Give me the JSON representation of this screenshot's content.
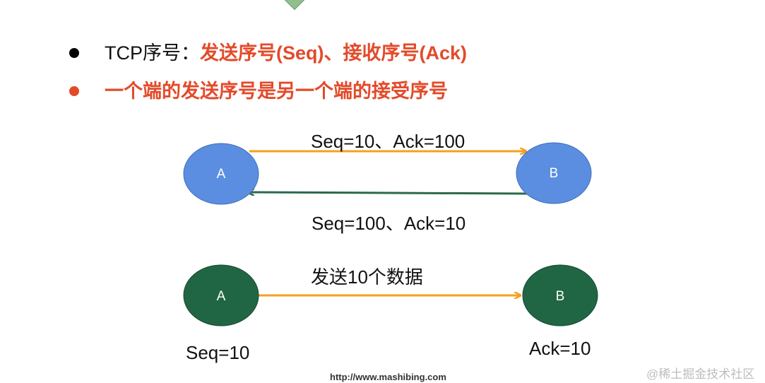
{
  "bullets": [
    {
      "prefix": "TCP序号：",
      "highlight": "发送序号(Seq)、接收序号(Ack)"
    },
    {
      "text": "一个端的发送序号是另一个端的接受序号"
    }
  ],
  "diagram1": {
    "node_a": "A",
    "node_b": "B",
    "forward_label": "Seq=10、Ack=100",
    "back_label": "Seq=100、Ack=10"
  },
  "diagram2": {
    "node_a": "A",
    "node_b": "B",
    "arrow_label": "发送10个数据",
    "a_caption": "Seq=10",
    "b_caption": "Ack=10"
  },
  "footer": {
    "url": "http://www.mashibing.com"
  },
  "watermark": "@稀土掘金技术社区",
  "colors": {
    "blue_node": "#5b8ee0",
    "green_node": "#216644",
    "orange_arrow": "#f4a020",
    "green_arrow": "#2a6a4a",
    "accent_red": "#e34a2a"
  }
}
